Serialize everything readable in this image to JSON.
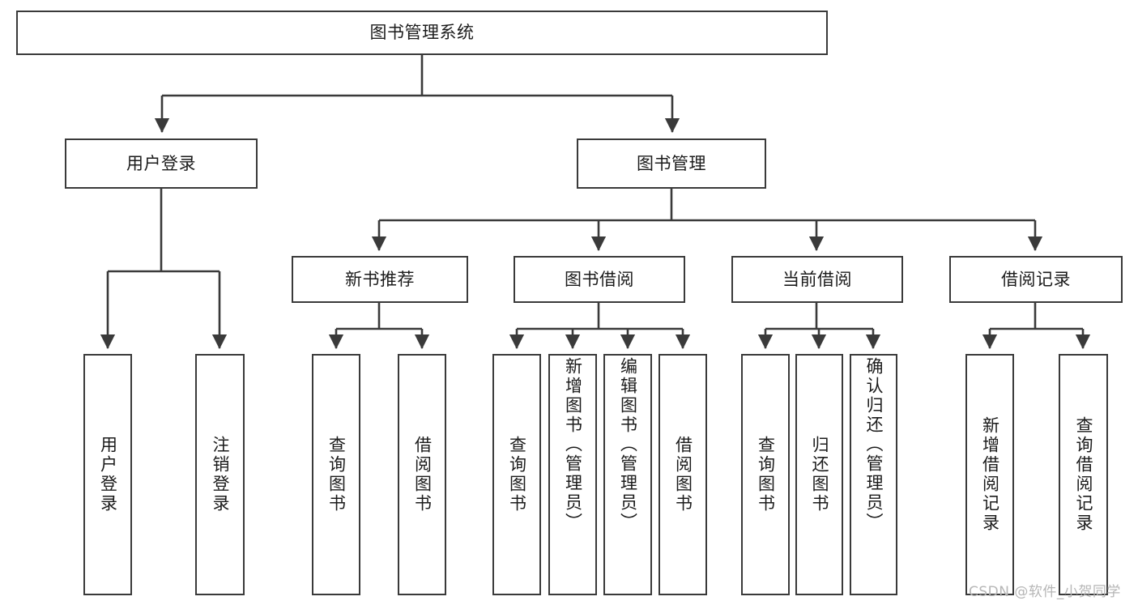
{
  "diagram": {
    "title": "图书管理系统",
    "type": "hierarchy-tree",
    "colors": {
      "stroke": "#3a3a3a",
      "text": "#1b1b1b",
      "background": "#ffffff",
      "watermark": "#b6b6b6"
    },
    "root": {
      "label": "图书管理系统"
    },
    "level2": [
      {
        "label": "用户登录"
      },
      {
        "label": "图书管理"
      }
    ],
    "level3": [
      {
        "label": "新书推荐"
      },
      {
        "label": "图书借阅"
      },
      {
        "label": "当前借阅"
      },
      {
        "label": "借阅记录"
      }
    ],
    "leaves": {
      "user_login": [
        {
          "label": "用户登录"
        },
        {
          "label": "注销登录"
        }
      ],
      "new_book": [
        {
          "label": "查询图书"
        },
        {
          "label": "借阅图书"
        }
      ],
      "borrow_book": [
        {
          "label": "查询图书"
        },
        {
          "label": "新增图书（管理员）"
        },
        {
          "label": "编辑图书（管理员）"
        },
        {
          "label": "借阅图书"
        }
      ],
      "current_borrow": [
        {
          "label": "查询图书"
        },
        {
          "label": "归还图书"
        },
        {
          "label": "确认归还（管理员）"
        }
      ],
      "borrow_record": [
        {
          "label": "新增借阅记录"
        },
        {
          "label": "查询借阅记录"
        }
      ]
    }
  },
  "watermark": {
    "text": "CSDN @软件_小贺同学"
  }
}
